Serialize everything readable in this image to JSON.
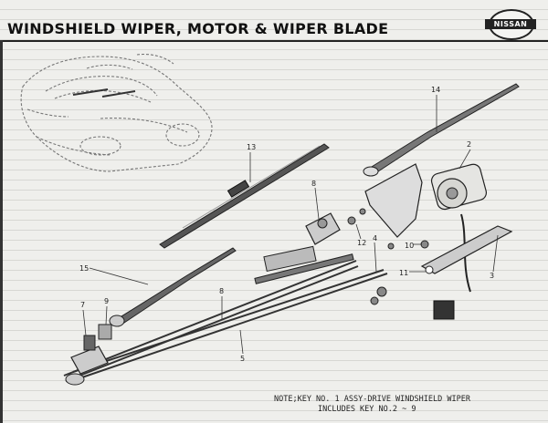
{
  "header": {
    "title": "WINDSHIELD WIPER, MOTOR & WIPER BLADE",
    "logo_text": "NISSAN"
  },
  "callouts": [
    "14",
    "2",
    "13",
    "8",
    "12",
    "10",
    "4",
    "11",
    "3",
    "15",
    "9",
    "7",
    "8",
    "5"
  ],
  "note": {
    "line1": "NOTE;KEY NO. 1 ASSY-DRIVE WINDSHIELD WIPER",
    "line2": "INCLUDES KEY NO.2 ~ 9"
  }
}
